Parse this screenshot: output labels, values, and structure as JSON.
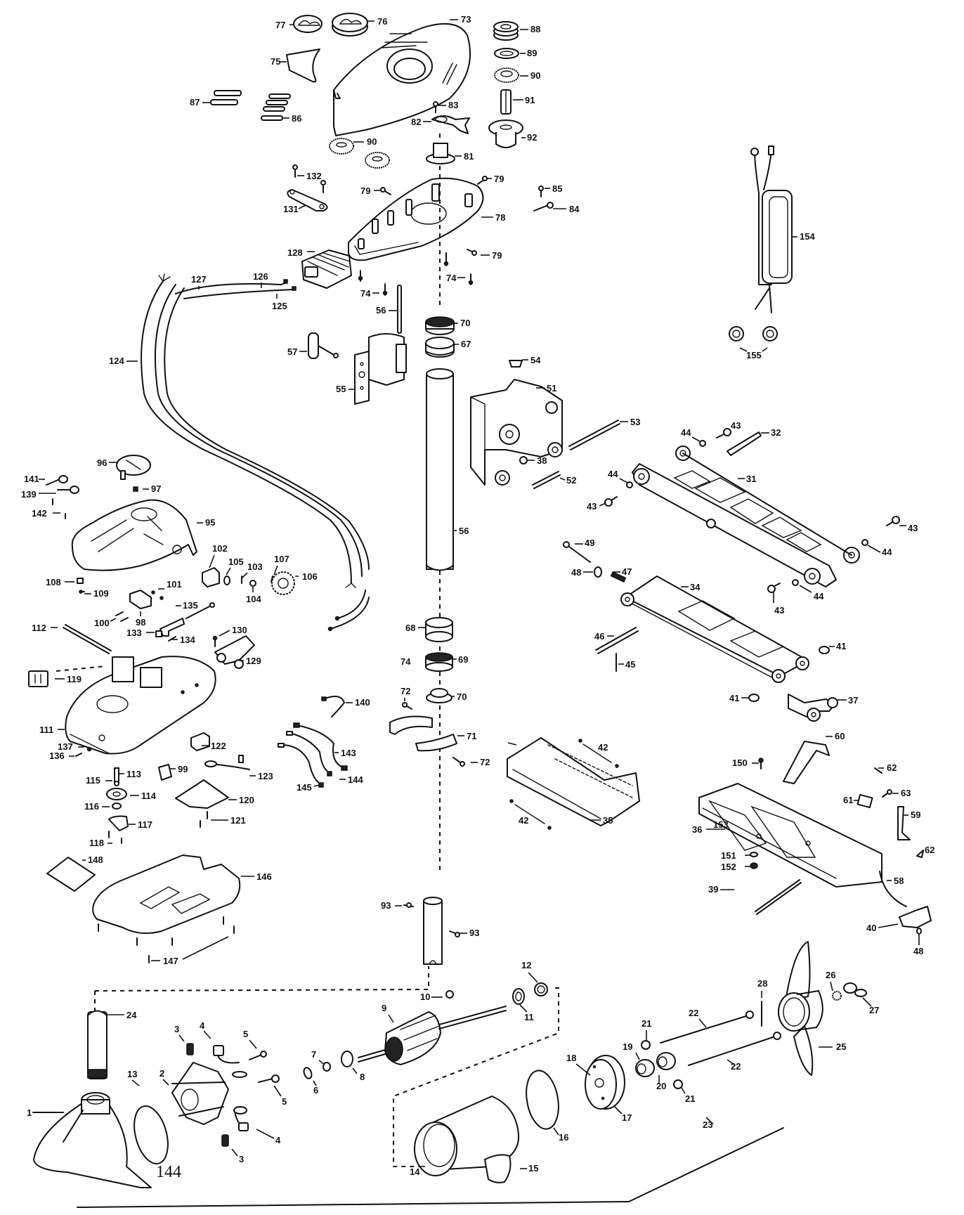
{
  "diagram": {
    "title": "Trolling motor exploded parts diagram",
    "page_number": "144",
    "callouts": [
      {
        "id": "c77",
        "text": "77"
      },
      {
        "id": "c76",
        "text": "76"
      },
      {
        "id": "c73",
        "text": "73"
      },
      {
        "id": "c75",
        "text": "75"
      },
      {
        "id": "c87",
        "text": "87"
      },
      {
        "id": "c86",
        "text": "86"
      },
      {
        "id": "c88",
        "text": "88"
      },
      {
        "id": "c89",
        "text": "89"
      },
      {
        "id": "c90a",
        "text": "90"
      },
      {
        "id": "c91",
        "text": "91"
      },
      {
        "id": "c92",
        "text": "92"
      },
      {
        "id": "c83",
        "text": "83"
      },
      {
        "id": "c82",
        "text": "82"
      },
      {
        "id": "c81",
        "text": "81"
      },
      {
        "id": "c90b",
        "text": "90"
      },
      {
        "id": "c132",
        "text": "132"
      },
      {
        "id": "c131",
        "text": "131"
      },
      {
        "id": "c79a",
        "text": "79"
      },
      {
        "id": "c79b",
        "text": "79"
      },
      {
        "id": "c79c",
        "text": "79"
      },
      {
        "id": "c78",
        "text": "78"
      },
      {
        "id": "c85",
        "text": "85"
      },
      {
        "id": "c84",
        "text": "84"
      },
      {
        "id": "c128",
        "text": "128"
      },
      {
        "id": "c127",
        "text": "127"
      },
      {
        "id": "c126",
        "text": "126"
      },
      {
        "id": "c125",
        "text": "125"
      },
      {
        "id": "c74a",
        "text": "74"
      },
      {
        "id": "c74b",
        "text": "74"
      },
      {
        "id": "c56a",
        "text": "56"
      },
      {
        "id": "c70a",
        "text": "70"
      },
      {
        "id": "c67",
        "text": "67"
      },
      {
        "id": "c124",
        "text": "124"
      },
      {
        "id": "c57",
        "text": "57"
      },
      {
        "id": "c55",
        "text": "55"
      },
      {
        "id": "c154",
        "text": "154"
      },
      {
        "id": "c155",
        "text": "155"
      },
      {
        "id": "c54",
        "text": "54"
      },
      {
        "id": "c51",
        "text": "51"
      },
      {
        "id": "c53",
        "text": "53"
      },
      {
        "id": "c38",
        "text": "38"
      },
      {
        "id": "c52",
        "text": "52"
      },
      {
        "id": "c56b",
        "text": "56"
      },
      {
        "id": "c44a",
        "text": "44"
      },
      {
        "id": "c43a",
        "text": "43"
      },
      {
        "id": "c32",
        "text": "32"
      },
      {
        "id": "c31",
        "text": "31"
      },
      {
        "id": "c44b",
        "text": "44"
      },
      {
        "id": "c43b",
        "text": "43"
      },
      {
        "id": "c43c",
        "text": "43"
      },
      {
        "id": "c44c",
        "text": "44"
      },
      {
        "id": "c49",
        "text": "49"
      },
      {
        "id": "c48",
        "text": "48"
      },
      {
        "id": "c47",
        "text": "47"
      },
      {
        "id": "c34",
        "text": "34"
      },
      {
        "id": "c43d",
        "text": "43"
      },
      {
        "id": "c44d",
        "text": "44"
      },
      {
        "id": "c46",
        "text": "46"
      },
      {
        "id": "c45",
        "text": "45"
      },
      {
        "id": "c41a",
        "text": "41"
      },
      {
        "id": "c41b",
        "text": "41"
      },
      {
        "id": "c37",
        "text": "37"
      },
      {
        "id": "c96",
        "text": "96"
      },
      {
        "id": "c141",
        "text": "141"
      },
      {
        "id": "c139",
        "text": "139"
      },
      {
        "id": "c97",
        "text": "97"
      },
      {
        "id": "c142",
        "text": "142"
      },
      {
        "id": "c95",
        "text": "95"
      },
      {
        "id": "c102",
        "text": "102"
      },
      {
        "id": "c105",
        "text": "105"
      },
      {
        "id": "c103",
        "text": "103"
      },
      {
        "id": "c107",
        "text": "107"
      },
      {
        "id": "c106",
        "text": "106"
      },
      {
        "id": "c104",
        "text": "104"
      },
      {
        "id": "c108",
        "text": "108"
      },
      {
        "id": "c109",
        "text": "109"
      },
      {
        "id": "c101",
        "text": "101"
      },
      {
        "id": "c100",
        "text": "100"
      },
      {
        "id": "c98",
        "text": "98"
      },
      {
        "id": "c135",
        "text": "135"
      },
      {
        "id": "c112",
        "text": "112"
      },
      {
        "id": "c133",
        "text": "133"
      },
      {
        "id": "c134",
        "text": "134"
      },
      {
        "id": "c130",
        "text": "130"
      },
      {
        "id": "c129",
        "text": "129"
      },
      {
        "id": "c119",
        "text": "119"
      },
      {
        "id": "c111",
        "text": "111"
      },
      {
        "id": "c137",
        "text": "137"
      },
      {
        "id": "c136",
        "text": "136"
      },
      {
        "id": "c122",
        "text": "122"
      },
      {
        "id": "c113",
        "text": "113"
      },
      {
        "id": "c115",
        "text": "115"
      },
      {
        "id": "c99",
        "text": "99"
      },
      {
        "id": "c123",
        "text": "123"
      },
      {
        "id": "c114",
        "text": "114"
      },
      {
        "id": "c120",
        "text": "120"
      },
      {
        "id": "c116",
        "text": "116"
      },
      {
        "id": "c121",
        "text": "121"
      },
      {
        "id": "c117",
        "text": "117"
      },
      {
        "id": "c118",
        "text": "118"
      },
      {
        "id": "c148",
        "text": "148"
      },
      {
        "id": "c146",
        "text": "146"
      },
      {
        "id": "c147",
        "text": "147"
      },
      {
        "id": "c68",
        "text": "68"
      },
      {
        "id": "c74c",
        "text": "74"
      },
      {
        "id": "c69",
        "text": "69"
      },
      {
        "id": "c72a",
        "text": "72"
      },
      {
        "id": "c70b",
        "text": "70"
      },
      {
        "id": "c140",
        "text": "140"
      },
      {
        "id": "c143",
        "text": "143"
      },
      {
        "id": "c144",
        "text": "144"
      },
      {
        "id": "c145",
        "text": "145"
      },
      {
        "id": "c71",
        "text": "71"
      },
      {
        "id": "c72b",
        "text": "72"
      },
      {
        "id": "c42a",
        "text": "42"
      },
      {
        "id": "c42b",
        "text": "42"
      },
      {
        "id": "c35",
        "text": "35"
      },
      {
        "id": "c60",
        "text": "60"
      },
      {
        "id": "c150",
        "text": "150"
      },
      {
        "id": "c62a",
        "text": "62"
      },
      {
        "id": "c61",
        "text": "61"
      },
      {
        "id": "c63",
        "text": "63"
      },
      {
        "id": "c36",
        "text": "36"
      },
      {
        "id": "c153",
        "text": "153"
      },
      {
        "id": "c59",
        "text": "59"
      },
      {
        "id": "c62b",
        "text": "62"
      },
      {
        "id": "c151",
        "text": "151"
      },
      {
        "id": "c152",
        "text": "152"
      },
      {
        "id": "c58",
        "text": "58"
      },
      {
        "id": "c39",
        "text": "39"
      },
      {
        "id": "c40",
        "text": "40"
      },
      {
        "id": "c48b",
        "text": "48"
      },
      {
        "id": "c93a",
        "text": "93"
      },
      {
        "id": "c93b",
        "text": "93"
      },
      {
        "id": "c12",
        "text": "12"
      },
      {
        "id": "c10",
        "text": "10"
      },
      {
        "id": "c11",
        "text": "11"
      },
      {
        "id": "c9",
        "text": "9"
      },
      {
        "id": "c24",
        "text": "24"
      },
      {
        "id": "c3a",
        "text": "3"
      },
      {
        "id": "c4a",
        "text": "4"
      },
      {
        "id": "c5a",
        "text": "5"
      },
      {
        "id": "c13",
        "text": "13"
      },
      {
        "id": "c2",
        "text": "2"
      },
      {
        "id": "c7",
        "text": "7"
      },
      {
        "id": "c6",
        "text": "6"
      },
      {
        "id": "c8",
        "text": "8"
      },
      {
        "id": "c5b",
        "text": "5"
      },
      {
        "id": "c4b",
        "text": "4"
      },
      {
        "id": "c3b",
        "text": "3"
      },
      {
        "id": "c1",
        "text": "1"
      },
      {
        "id": "c14",
        "text": "14"
      },
      {
        "id": "c15",
        "text": "15"
      },
      {
        "id": "c16",
        "text": "16"
      },
      {
        "id": "c18",
        "text": "18"
      },
      {
        "id": "c17",
        "text": "17"
      },
      {
        "id": "c19",
        "text": "19"
      },
      {
        "id": "c20",
        "text": "20"
      },
      {
        "id": "c21a",
        "text": "21"
      },
      {
        "id": "c21b",
        "text": "21"
      },
      {
        "id": "c22a",
        "text": "22"
      },
      {
        "id": "c22b",
        "text": "22"
      },
      {
        "id": "c28",
        "text": "28"
      },
      {
        "id": "c26",
        "text": "26"
      },
      {
        "id": "c27",
        "text": "27"
      },
      {
        "id": "c25",
        "text": "25"
      },
      {
        "id": "c23",
        "text": "23"
      }
    ]
  }
}
